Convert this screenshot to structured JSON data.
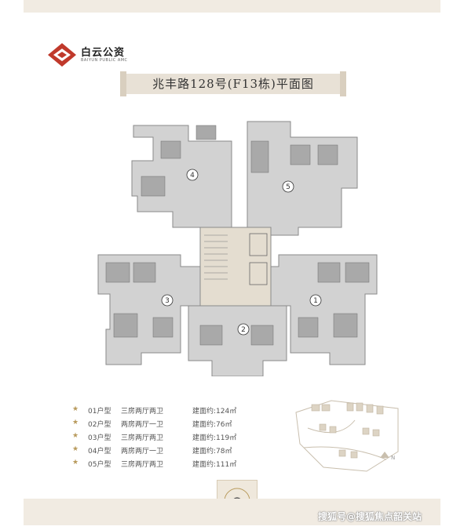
{
  "brand": {
    "name": "白云公资",
    "subtitle": "BAIYUN PUBLIC AMC",
    "accent": "#c0392b"
  },
  "title": "兆丰路128号(F13栋)平面图",
  "floorplan": {
    "unit_labels": [
      "④",
      "⑤",
      "③",
      "②",
      "①"
    ]
  },
  "legend": [
    {
      "unit": "01户型",
      "layout": "三房两厅两卫",
      "area": "建面约:124㎡"
    },
    {
      "unit": "02户型",
      "layout": "两房两厅一卫",
      "area": "建面约:76㎡"
    },
    {
      "unit": "03户型",
      "layout": "三房两厅两卫",
      "area": "建面约:119㎡"
    },
    {
      "unit": "04户型",
      "layout": "两房两厅一卫",
      "area": "建面约:78㎡"
    },
    {
      "unit": "05户型",
      "layout": "三房两厅两卫",
      "area": "建面约:111㎡"
    }
  ],
  "legend_star": "★",
  "siteplan": {
    "north": "N"
  },
  "watermark": "搜狐号@搜狐焦点韶关站",
  "colors": {
    "beige": "#f1ebe2",
    "gold": "#b89a5c",
    "plan_gray": "#cfcfcf"
  }
}
